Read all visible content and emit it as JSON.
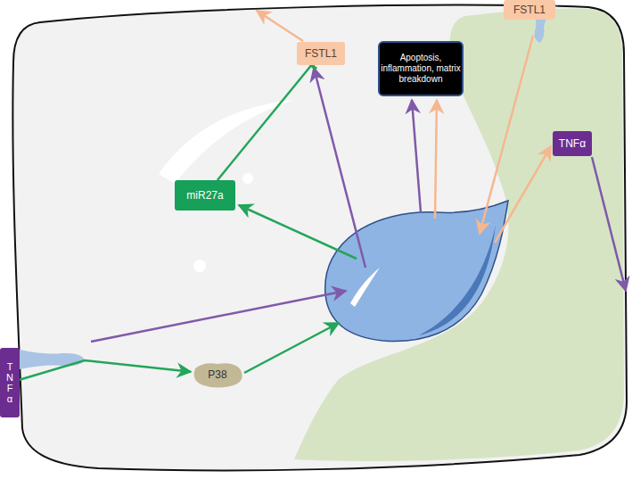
{
  "diagram": {
    "nodes": [
      {
        "text": [
          "FSTL1"
        ]
      },
      {
        "text": [
          "FSTL1"
        ]
      },
      {
        "text": [
          "Apoptosis, inflammation, matrix breakdown"
        ]
      },
      {
        "text": [
          "TNFα"
        ]
      },
      {
        "text": [
          "miR27a"
        ]
      },
      {
        "text": [
          "TNFα"
        ]
      },
      {
        "text": [
          "P38"
        ]
      }
    ],
    "edges": [
      {
        "from": 4,
        "to": 1,
        "arrow": "to"
      },
      {
        "from": 5,
        "to": 6,
        "arrow": "to"
      }
    ]
  }
}
